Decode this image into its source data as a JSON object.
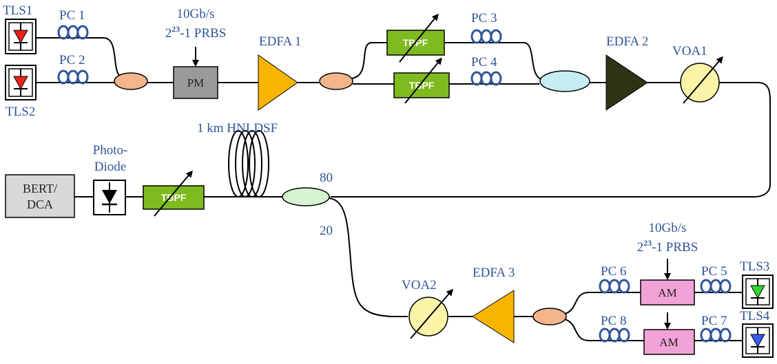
{
  "labels": {
    "tls1": "TLS1",
    "tls2": "TLS2",
    "tls3": "TLS3",
    "tls4": "TLS4",
    "pc1": "PC 1",
    "pc2": "PC 2",
    "pc3": "PC 3",
    "pc4": "PC 4",
    "pc5": "PC 5",
    "pc6": "PC 6",
    "pc7": "PC 7",
    "pc8": "PC 8",
    "prbs_top_rate": "10Gb/s",
    "prbs_top_base": "2",
    "prbs_top_exp": "23",
    "prbs_top_rest": "-1 PRBS",
    "prbs_bottom_rate": "10Gb/s",
    "prbs_bottom_base": "2",
    "prbs_bottom_exp": "23",
    "prbs_bottom_rest": "-1 PRBS",
    "edfa1": "EDFA 1",
    "edfa2": "EDFA 2",
    "edfa3": "EDFA 3",
    "voa1": "VOA1",
    "voa2": "VOA2",
    "hnldsf": "1 km HNLDSF",
    "photodiode_line1": "Photo-",
    "photodiode_line2": "Diode",
    "split_80": "80",
    "split_20": "20"
  },
  "boxes": {
    "pm": "PM",
    "tbpf_top": "TBPF",
    "tbpf_mid": "TBPF",
    "tbpf_left": "TBPF",
    "am_top": "AM",
    "am_bottom": "AM",
    "bert_line1": "BERT/",
    "bert_line2": "DCA"
  },
  "colors": {
    "label": "#2e5597",
    "tls_red": "#e8231c",
    "tls_green": "#2fd62f",
    "tls_blue": "#3a5cf0",
    "coupler": "#f4b58a",
    "coupler_cyan": "#c4eef4",
    "coupler_green": "#d4f4d0",
    "pm_gray": "#9a9a9a",
    "tbpf_green": "#7fba1e",
    "edfa_orange": "#f7b500",
    "edfa_dark": "#2e3316",
    "voa_yellow": "#fbf4a8",
    "am_pink": "#f2a2d6",
    "bert_gray": "#d8d8d8"
  }
}
